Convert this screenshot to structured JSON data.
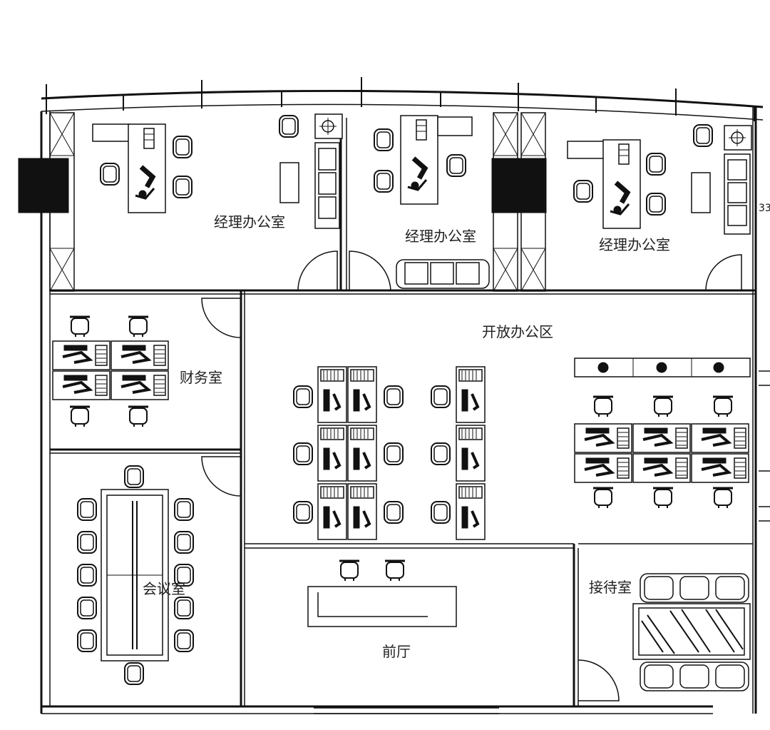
{
  "rooms": {
    "manager_office_1": "经理办公室",
    "manager_office_2": "经理办公室",
    "manager_office_3": "经理办公室",
    "open_office": "开放办公区",
    "finance_room": "财务室",
    "meeting_room": "会议室",
    "front_hall": "前厅",
    "reception_room": "接待室"
  },
  "edge_marker": "33"
}
